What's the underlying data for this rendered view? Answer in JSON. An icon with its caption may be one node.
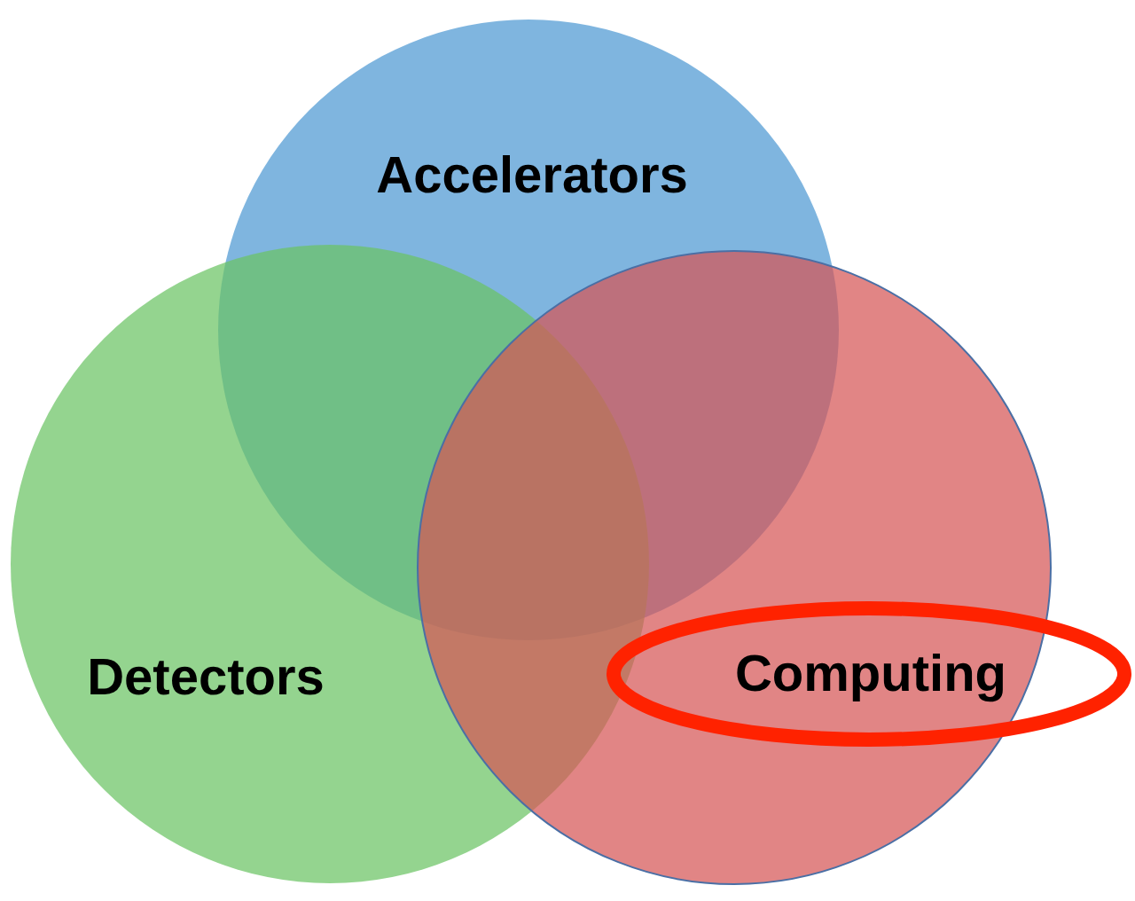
{
  "diagram": {
    "nodes": [
      {
        "text": [
          "Accelerators"
        ]
      },
      {
        "text": [
          "Detectors"
        ]
      },
      {
        "text": [
          "Computing"
        ]
      }
    ]
  }
}
